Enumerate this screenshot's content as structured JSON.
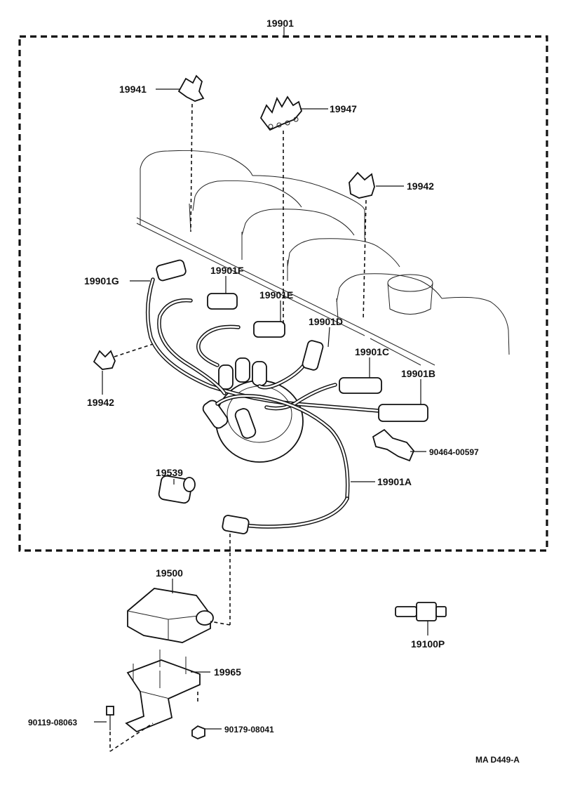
{
  "diagram": {
    "assembly_label": "19901",
    "drawing_code": "MA D449-A",
    "parts": {
      "p19941": "19941",
      "p19947": "19947",
      "p19942_top": "19942",
      "p19942_left": "19942",
      "p19901G": "19901G",
      "p19901F": "19901F",
      "p19901E": "19901E",
      "p19901D": "19901D",
      "p19901C": "19901C",
      "p19901B": "19901B",
      "p19901A": "19901A",
      "p90464": "90464-00597",
      "p19539": "19539",
      "p19500": "19500",
      "p19100P": "19100P",
      "p19965": "19965",
      "p90119": "90119-08063",
      "p90179": "90179-08041"
    }
  }
}
